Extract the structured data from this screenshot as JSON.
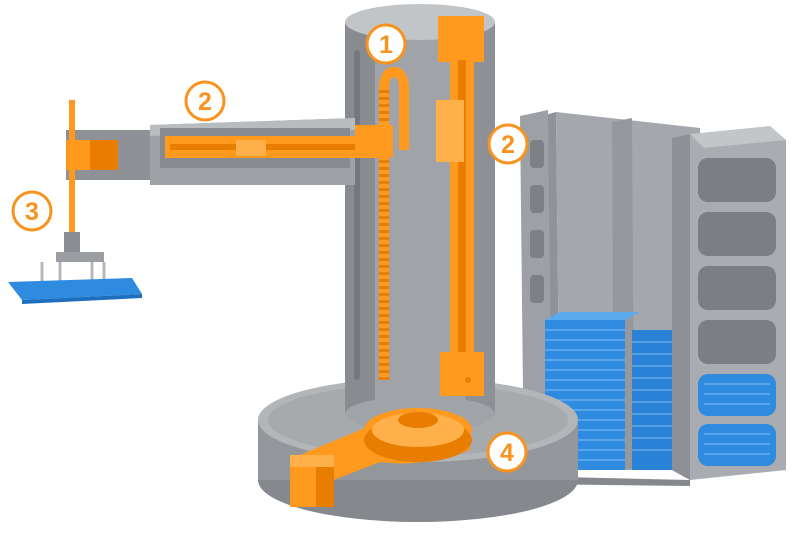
{
  "colors": {
    "accent": "#f7931e",
    "machine_gray": "#9c9fa3",
    "machine_dark": "#7e8185",
    "machine_light": "#b6b9bc",
    "part_orange": "#ff9a1f",
    "part_orange_dark": "#e87d00",
    "tray_blue": "#2f8be0",
    "tray_blue_light": "#5aaaf0"
  },
  "callouts": [
    {
      "id": "1",
      "label": "1"
    },
    {
      "id": "2a",
      "label": "2"
    },
    {
      "id": "2b",
      "label": "2"
    },
    {
      "id": "3",
      "label": "3"
    },
    {
      "id": "4",
      "label": "4"
    }
  ]
}
